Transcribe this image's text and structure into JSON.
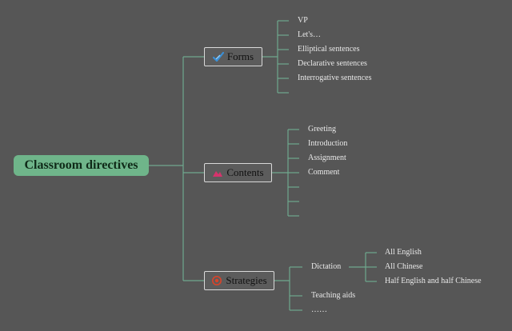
{
  "root": {
    "label": "Classroom directives"
  },
  "branches": [
    {
      "label": "Forms",
      "icon": "check-pen-icon",
      "icon_color": "#3a8fd6",
      "items": [
        "VP",
        "Let's…",
        "Elliptical sentences",
        "Declarative sentences",
        "Interrogative sentences",
        ""
      ]
    },
    {
      "label": "Contents",
      "icon": "mountain-icon",
      "icon_color": "#d6336c",
      "items": [
        "Greeting",
        "Introduction",
        "Assignment",
        "Comment",
        "",
        "",
        ""
      ]
    },
    {
      "label": "Strategies",
      "icon": "target-icon",
      "icon_color": "#d9442a",
      "items": [
        "Dictation",
        "Teaching aids",
        "……"
      ],
      "sub_items": [
        "All English",
        "All Chinese",
        "Half English and half Chinese"
      ]
    }
  ],
  "colors": {
    "background": "#565656",
    "root_fill": "#6fb58a",
    "connector": "#6fa88e"
  }
}
